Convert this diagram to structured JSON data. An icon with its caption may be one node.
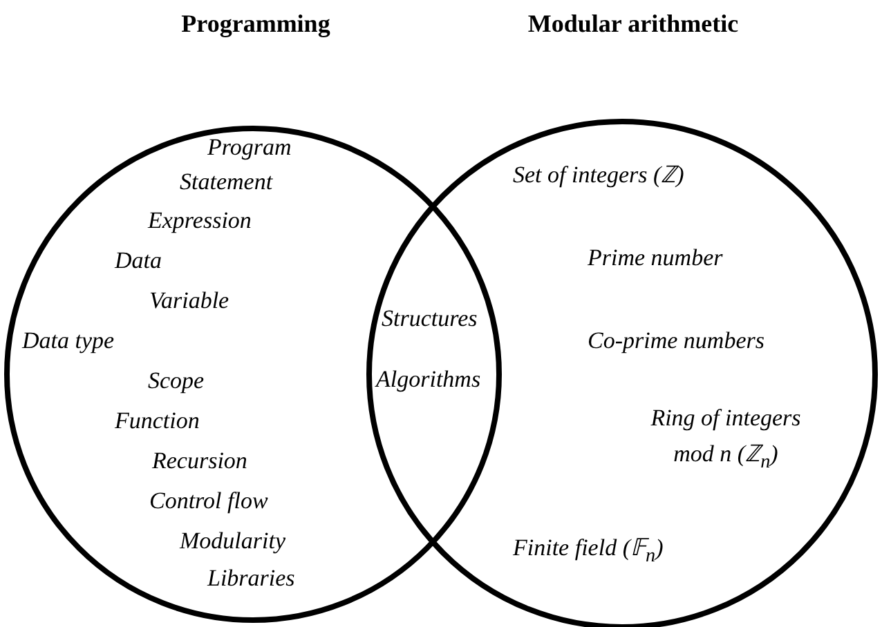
{
  "diagram": {
    "nodes": [
      {
        "text": [
          "Programming"
        ]
      },
      {
        "text": [
          "Modular arithmetic"
        ]
      }
    ],
    "edges": [],
    "labels": [
      "Program",
      "Statement",
      "Expression",
      "Data",
      "Variable",
      "Data type",
      "Scope",
      "Function",
      "Recursion",
      "Control flow",
      "Modularity",
      "Libraries",
      "Structures",
      "Algorithms",
      "Set of integers (ℤ)",
      "Prime number",
      "Co-prime numbers",
      "Ring of integers mod n (ℤ$_{n}$)",
      "Finite field (𝔽$_{n}$)"
    ]
  }
}
